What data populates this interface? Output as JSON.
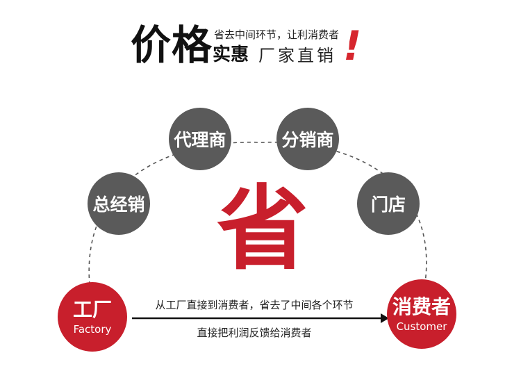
{
  "header": {
    "big": "价格",
    "sub_line1": "省去中间环节，让利消费者",
    "bold_line2": "实惠",
    "reg_line2": "厂家直销",
    "exclaim": "!"
  },
  "nodes": {
    "distributor": "代理商",
    "sub_distributor": "分销商",
    "general_dealer": "总经销",
    "store": "门店",
    "factory_cn": "工厂",
    "factory_en": "Factory",
    "customer_cn": "消费者",
    "customer_en": "Customer"
  },
  "center": "省",
  "arrow": {
    "line1": "从工厂直接到消费者，省去了中间各个环节",
    "line2": "直接把利润反馈给消费者"
  },
  "colors": {
    "red": "#c81f2c",
    "gray": "#5a5a5a",
    "accent": "#d6262e"
  }
}
